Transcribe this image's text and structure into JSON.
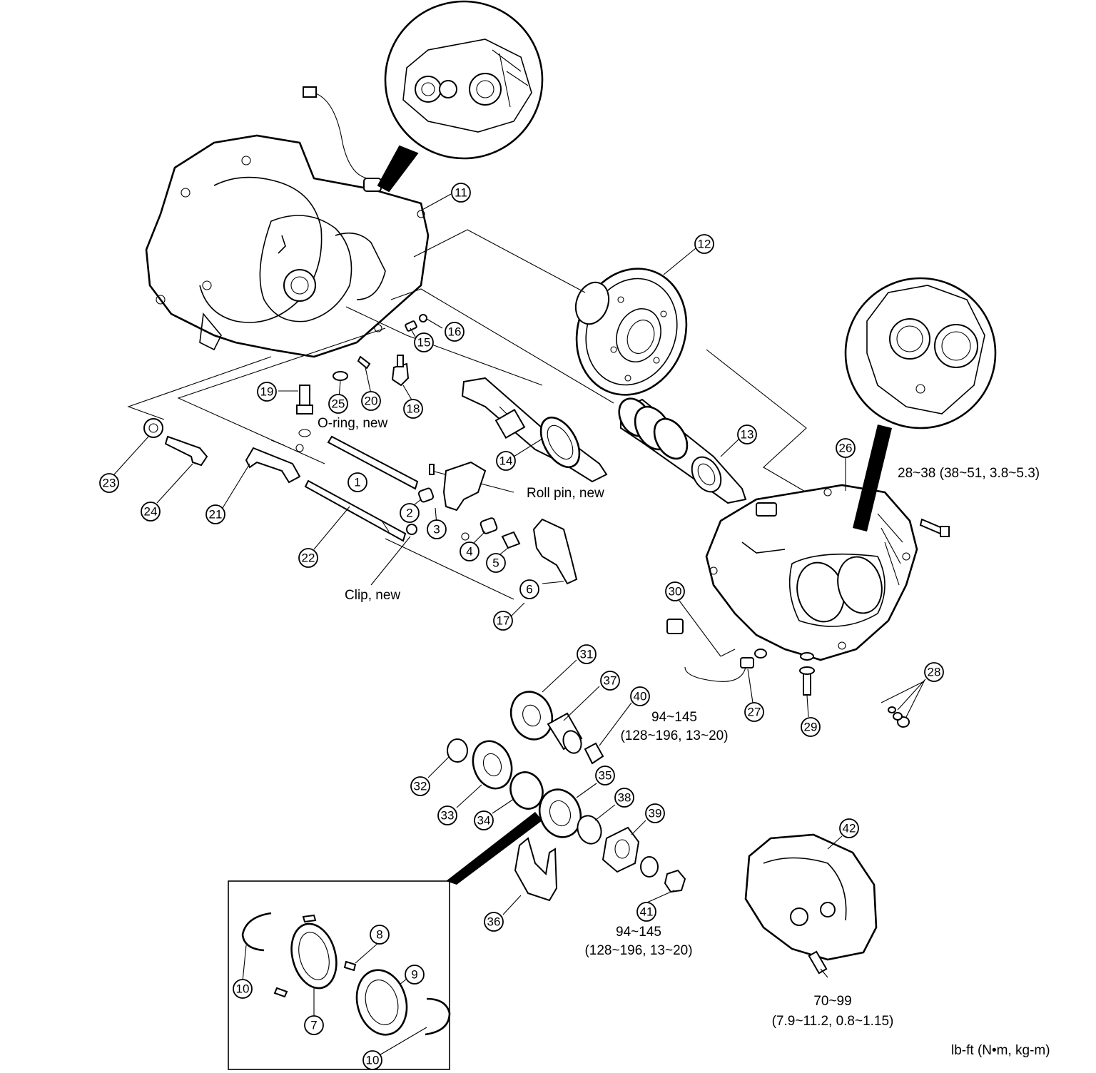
{
  "callouts": [
    {
      "id": "1",
      "n": "1"
    },
    {
      "id": "2",
      "n": "2"
    },
    {
      "id": "3",
      "n": "3"
    },
    {
      "id": "4",
      "n": "4"
    },
    {
      "id": "5",
      "n": "5"
    },
    {
      "id": "6",
      "n": "6"
    },
    {
      "id": "7",
      "n": "7"
    },
    {
      "id": "8",
      "n": "8"
    },
    {
      "id": "9",
      "n": "9"
    },
    {
      "id": "10a",
      "n": "10"
    },
    {
      "id": "10b",
      "n": "10"
    },
    {
      "id": "11",
      "n": "11"
    },
    {
      "id": "12",
      "n": "12"
    },
    {
      "id": "13",
      "n": "13"
    },
    {
      "id": "14",
      "n": "14"
    },
    {
      "id": "15",
      "n": "15"
    },
    {
      "id": "16",
      "n": "16"
    },
    {
      "id": "17",
      "n": "17"
    },
    {
      "id": "18",
      "n": "18"
    },
    {
      "id": "19",
      "n": "19"
    },
    {
      "id": "20",
      "n": "20"
    },
    {
      "id": "21",
      "n": "21"
    },
    {
      "id": "22",
      "n": "22"
    },
    {
      "id": "23",
      "n": "23"
    },
    {
      "id": "24",
      "n": "24"
    },
    {
      "id": "25",
      "n": "25"
    },
    {
      "id": "26",
      "n": "26"
    },
    {
      "id": "27",
      "n": "27"
    },
    {
      "id": "28a",
      "n": "28"
    },
    {
      "id": "29",
      "n": "29"
    },
    {
      "id": "30",
      "n": "30"
    },
    {
      "id": "31",
      "n": "31"
    },
    {
      "id": "32",
      "n": "32"
    },
    {
      "id": "33",
      "n": "33"
    },
    {
      "id": "34",
      "n": "34"
    },
    {
      "id": "35",
      "n": "35"
    },
    {
      "id": "36",
      "n": "36"
    },
    {
      "id": "37",
      "n": "37"
    },
    {
      "id": "38",
      "n": "38"
    },
    {
      "id": "39",
      "n": "39"
    },
    {
      "id": "40",
      "n": "40"
    },
    {
      "id": "41",
      "n": "41"
    },
    {
      "id": "42",
      "n": "42"
    }
  ],
  "labels": {
    "oring": "O-ring, new",
    "roll_pin": "Roll pin, new",
    "clip": "Clip, new",
    "torque_26": "28~38 (38~51, 3.8~5.3)",
    "torque_40_a": "94~145",
    "torque_40_b": "(128~196, 13~20)",
    "torque_41_a": "94~145",
    "torque_41_b": "(128~196, 13~20)",
    "torque_42_a": "70~99",
    "torque_42_b": "(7.9~11.2, 0.8~1.15)",
    "units": "lb-ft (N•m, kg-m)"
  }
}
